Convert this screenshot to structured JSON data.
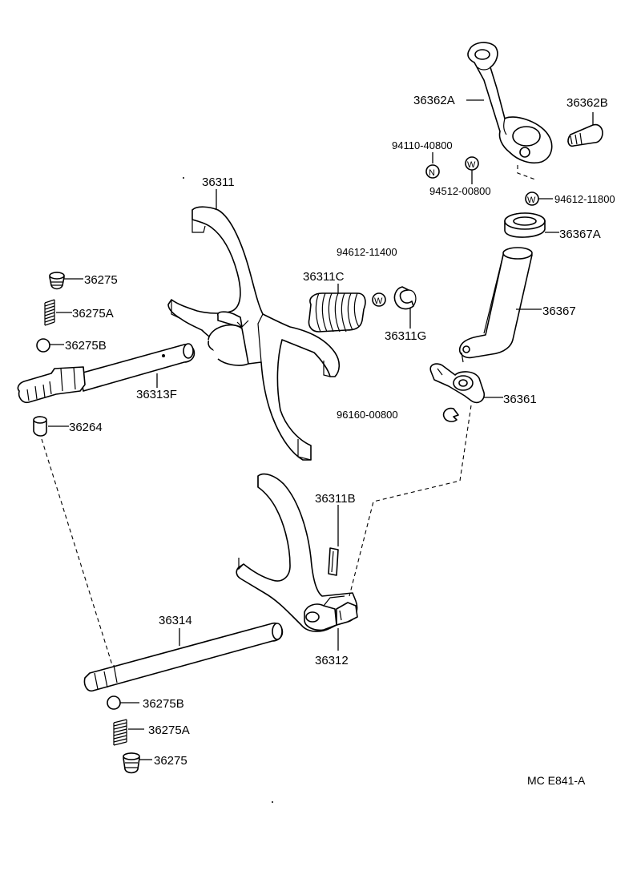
{
  "labels": {
    "p36362a": "36362A",
    "p36362b": "36362B",
    "p94110": "94110-40800",
    "p94512": "94512-00800",
    "p94612_11800": "94612-11800",
    "p36367a": "36367A",
    "p36311": "36311",
    "p94612_11400": "94612-11400",
    "p36311c": "36311C",
    "p36311g": "36311G",
    "p36367": "36367",
    "p36275_top": "36275",
    "p36275a_top": "36275A",
    "p36275b_top": "36275B",
    "p36313f": "36313F",
    "p36264": "36264",
    "p36361": "36361",
    "p96160": "96160-00800",
    "p36311b": "36311B",
    "p36314": "36314",
    "p36312": "36312",
    "p36275b_bot": "36275B",
    "p36275a_bot": "36275A",
    "p36275_bot": "36275",
    "ref_code": "MC  E841-A"
  },
  "symbols": {
    "nut_letter": "N",
    "washer_letter": "W"
  }
}
